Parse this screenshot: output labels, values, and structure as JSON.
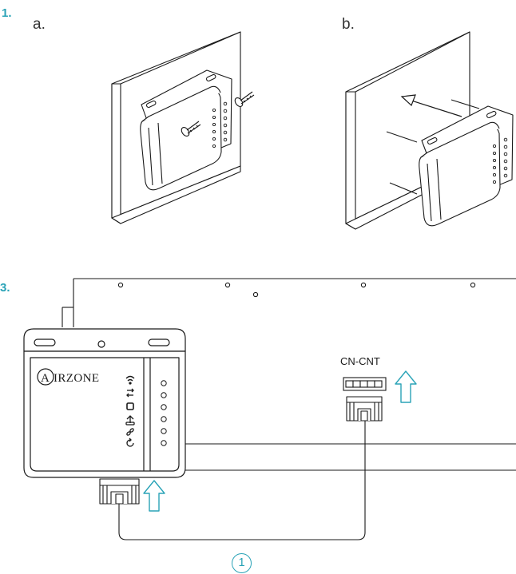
{
  "steps": {
    "step1": "1.",
    "step3": "3.",
    "sub_a": "a.",
    "sub_b": "b."
  },
  "device": {
    "logo_letter": "A",
    "logo_text": "IRZONE"
  },
  "connector": {
    "label": "CN-CNT"
  },
  "callout": {
    "number": "1"
  },
  "colors": {
    "accent": "#2aa3b7",
    "line": "#1a1a1a"
  }
}
